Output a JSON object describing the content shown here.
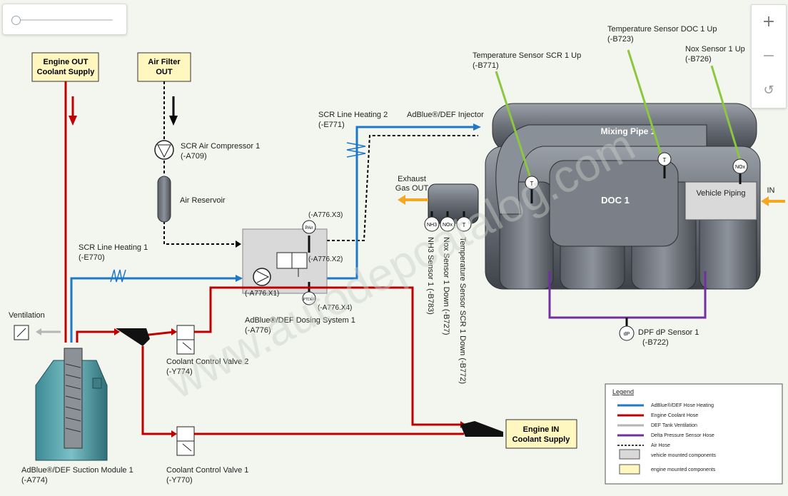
{
  "labels": {
    "engine_out": [
      "Engine OUT",
      "Coolant Supply"
    ],
    "air_filter": [
      "Air Filter",
      "OUT"
    ],
    "compressor": [
      "SCR Air Compressor 1",
      "(-A709)"
    ],
    "air_reservoir": "Air Reservoir",
    "scr_heat2": [
      "SCR Line Heating 2",
      "(-E771)"
    ],
    "injector": "AdBlue®/DEF Injector",
    "scr_heat1": [
      "SCR Line Heating 1",
      "(-E770)"
    ],
    "a776x3": "(-A776.X3)",
    "a776x2": "(-A776.X2)",
    "a776x1": "(-A776.X1)",
    "a776x4": "(-A776.X4)",
    "dosing": [
      "AdBlue®/DEF Dosing System 1",
      "(-A776)"
    ],
    "ventilation": "Ventilation",
    "ccv2": [
      "Coolant Control Valve 2",
      "(-Y774)"
    ],
    "ccv1": [
      "Coolant Control Valve 1",
      "(-Y770)"
    ],
    "suction": [
      "AdBlue®/DEF Suction Module 1",
      "(-A774)"
    ],
    "engine_in": [
      "Engine IN",
      "Coolant Supply"
    ],
    "exhaust": [
      "Exhaust",
      "Gas OUT"
    ],
    "temp_scr_up": [
      "Temperature Sensor SCR 1 Up",
      "(-B771)"
    ],
    "temp_doc_up": [
      "Temperature Sensor DOC 1 Up",
      "(-B723)"
    ],
    "nox_up": [
      "Nox Sensor 1 Up",
      "(-B726)"
    ],
    "mixing_pipe": "Mixing Pipe 1",
    "doc": "DOC 1",
    "vehicle_piping": "Vehicle Piping",
    "in_label": "IN",
    "nh3_down": "NH3 Sensor 1 (-B783)",
    "nox_down": "Nox Sensor 1 Down (-B727)",
    "temp_scr_down": "Temperature Sensor SCR 1 Down (-B772)",
    "dpf": [
      "DPF dP Sensor 1",
      "(-B722)"
    ],
    "sensor_nh3": "NH3",
    "sensor_nox": "NOx",
    "sensor_t": "T",
    "sensor_dp": "dP",
    "pair": "PAir",
    "ptdef": "PTDEF",
    "watermark": "www.autodepcatalog.com"
  },
  "legend": {
    "title": "Legend",
    "items": [
      {
        "label": "AdBlue®/DEF Hose Heating",
        "color": "#1f77c8"
      },
      {
        "label": "Engine Coolant Hose",
        "color": "#c00000"
      },
      {
        "label": "DEF Tank Ventilation",
        "color": "#b5b5b5"
      },
      {
        "label": "Delta Pressure Sensor Hose",
        "color": "#7030a0"
      },
      {
        "label": "Air Hose",
        "color": "#000000"
      },
      {
        "label": "vehicle mounted components",
        "color": "#d9d9d9"
      },
      {
        "label": "engine mounted components",
        "color": "#fff7bf"
      }
    ]
  },
  "controls": {
    "zoom_in": "+",
    "zoom_out": "−",
    "reset": "↺"
  },
  "colors": {
    "heating": "#1f77c8",
    "coolant": "#c00000",
    "ventilation": "#b5b5b5",
    "dp_hose": "#7030a0",
    "engine_box": "#fff7bf",
    "vehicle_box": "#d9d9d9",
    "sensor_pointer": "#8dc63f",
    "flow_arrow": "#f5a623"
  }
}
